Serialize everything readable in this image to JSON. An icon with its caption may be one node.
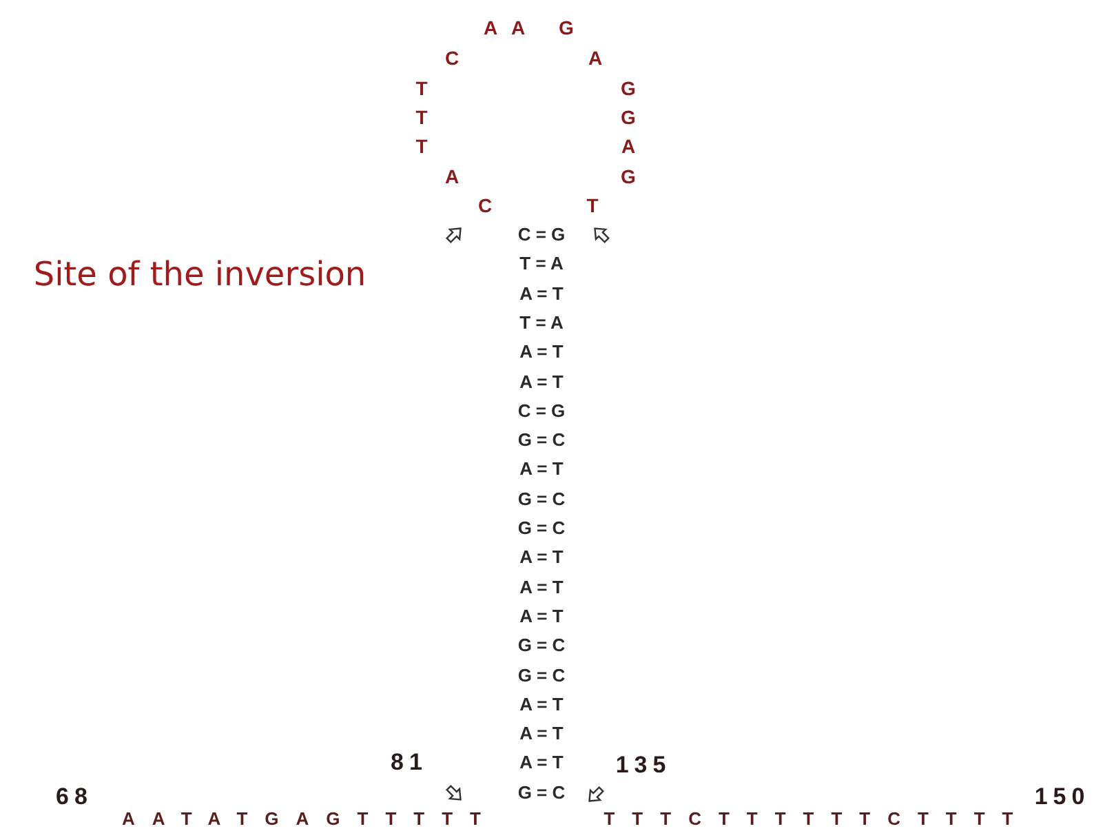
{
  "diagram": {
    "labels": [
      "A",
      "A",
      "G",
      "C",
      "A",
      "T",
      "G",
      "T",
      "G",
      "T",
      "A",
      "A",
      "G",
      "C",
      "T",
      "C = G",
      "T = A",
      "Site of the inversion",
      "A = T",
      "T = A",
      "A = T",
      "A = T",
      "C = G",
      "G = C",
      "A = T",
      "G = C",
      "G = C",
      "A = T",
      "A = T",
      "A = T",
      "G = C",
      "G = C",
      "A = T",
      "A = T",
      "81",
      "A = T",
      "135",
      "68",
      "G = C",
      "150",
      "AATATGAGTTTTT",
      "TTTCTTTTTTCTTTT"
    ]
  }
}
